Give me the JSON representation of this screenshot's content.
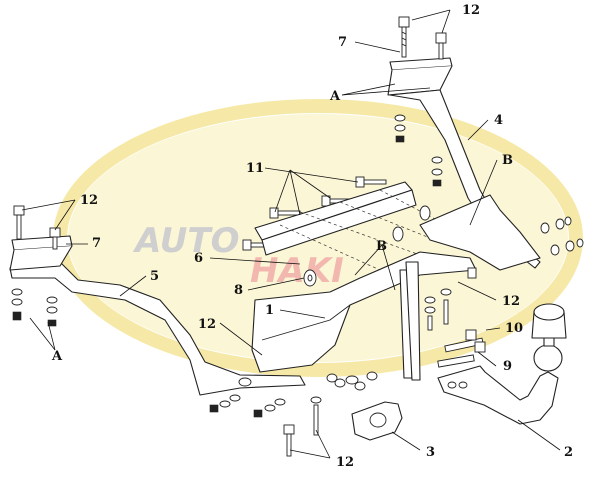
{
  "watermark": {
    "text_auto": "AUTO",
    "text_haki": "HAKI",
    "colors": {
      "ring": "#f6e9a8",
      "fill": "#fbf6d6",
      "text_grey": "#cfcfcf",
      "text_red": "#f2b8b0"
    }
  },
  "callouts": {
    "n12_top": "12",
    "n7_top": "7",
    "A_top": "A",
    "n4": "4",
    "B_right": "B",
    "n11": "11",
    "n12_left": "12",
    "n7_left": "7",
    "n6": "6",
    "B_mid": "B",
    "n5": "5",
    "n8": "8",
    "n1": "1",
    "n12_mid": "12",
    "n12_right": "12",
    "n10": "10",
    "n9": "9",
    "A_left": "A",
    "n3": "3",
    "n2": "2",
    "n12_bottom": "12"
  }
}
